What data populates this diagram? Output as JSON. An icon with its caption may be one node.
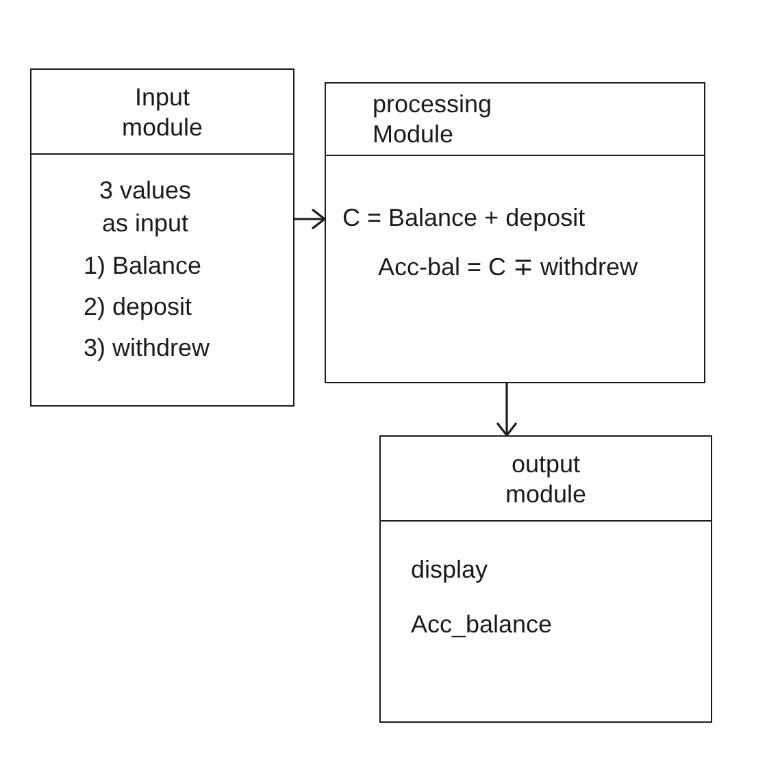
{
  "diagram": {
    "nodes": [
      {
        "text": [
          "Input module",
          "3 values as input",
          "1) Balance",
          "2) deposit",
          "3) withdrew"
        ]
      },
      {
        "text": [
          "processing Module",
          "C = Balance + deposit",
          "Acc-bal = C ∓ withdrew"
        ]
      },
      {
        "text": [
          "output module",
          "display",
          "Acc_balance"
        ]
      }
    ],
    "edges": [
      {
        "from": 0,
        "to": 1,
        "arrow": "to"
      },
      {
        "from": 1,
        "to": 2,
        "arrow": "to"
      }
    ]
  }
}
